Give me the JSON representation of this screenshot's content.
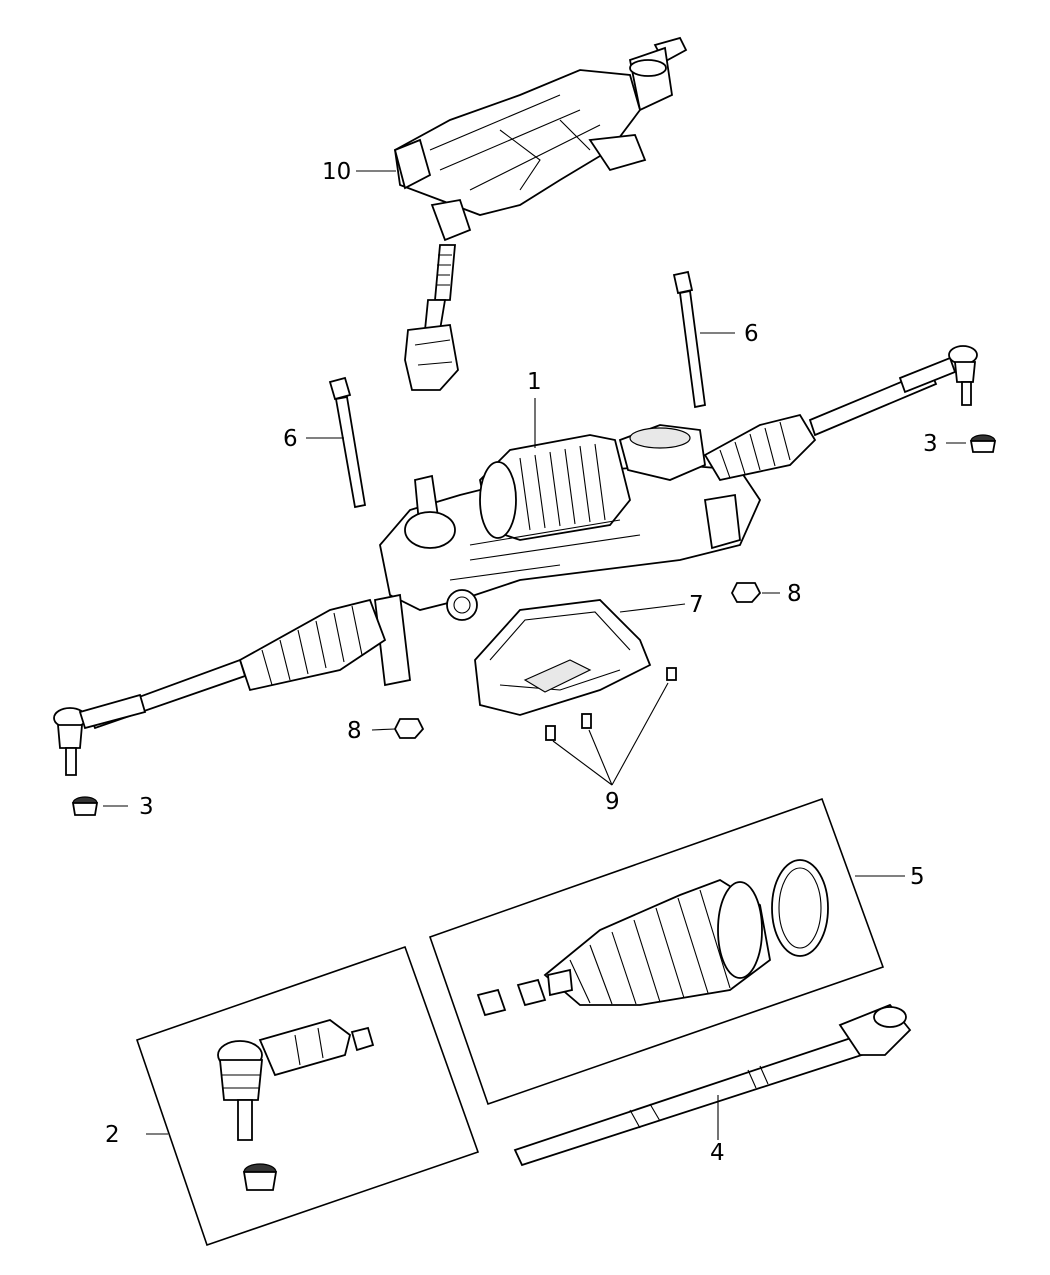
{
  "callouts": {
    "c1": "1",
    "c2": "2",
    "c3a": "3",
    "c3b": "3",
    "c4": "4",
    "c5": "5",
    "c6a": "6",
    "c6b": "6",
    "c7": "7",
    "c8a": "8",
    "c8b": "8",
    "c9": "9",
    "c10": "10"
  }
}
